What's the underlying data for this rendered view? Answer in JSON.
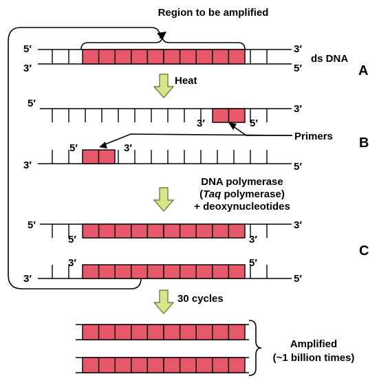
{
  "diagram": {
    "title": "Region to be amplified",
    "ds_dna_label": "ds DNA",
    "heat_label": "Heat",
    "primers_label": "Primers",
    "polymerase_line1": "DNA polymerase",
    "polymerase_taq": "Taq",
    "polymerase_line2_rest": " polymerase)",
    "polymerase_line2_open": "(",
    "polymerase_line3": "+ deoxynucleotides",
    "cycles_label": "30 cycles",
    "amplified_line1": "Amplified",
    "amplified_line2": "(~1 billion times)",
    "step_a": "A",
    "step_b": "B",
    "step_c": "C",
    "five_prime": "5′",
    "three_prime": "3′"
  },
  "colors": {
    "amplified_region": "#e8586b",
    "arrow": "#d6e68a"
  }
}
